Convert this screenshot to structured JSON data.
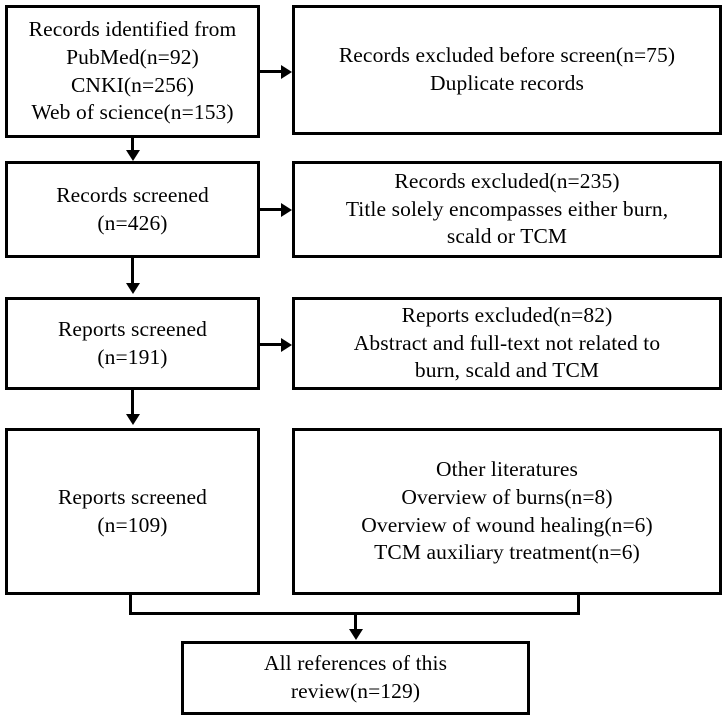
{
  "diagram": {
    "type": "prisma-flow-diagram",
    "title": "",
    "colors": {
      "stroke": "#000000",
      "background": "#ffffff",
      "text": "#000000"
    },
    "boxes": {
      "identified": {
        "text": "Records identified from\nPubMed(n=92)\nCNKI(n=256)\nWeb of science(n=153)",
        "lines": [
          "Records identified from",
          "PubMed(n=92)",
          "CNKI(n=256)",
          "Web of science(n=153)"
        ],
        "counts": {
          "PubMed": 92,
          "CNKI": 256,
          "Web of science": 153
        }
      },
      "excluded_before_screen": {
        "text": "Records excluded before screen(n=75)\nDuplicate records",
        "lines": [
          "Records excluded before screen(n=75)",
          "Duplicate records"
        ],
        "count": 75
      },
      "records_screened": {
        "text": "Records screened\n(n=426)",
        "lines": [
          "Records screened",
          "(n=426)"
        ],
        "count": 426
      },
      "records_excluded_235": {
        "text": "Records excluded(n=235)\nTitle solely encompasses either burn,\nscald or TCM",
        "lines": [
          "Records excluded(n=235)",
          "Title solely encompasses either burn,",
          "scald or TCM"
        ],
        "count": 235
      },
      "reports_screened_191": {
        "text": "Reports screened\n(n=191)",
        "lines": [
          "Reports screened",
          "(n=191)"
        ],
        "count": 191
      },
      "reports_excluded_82": {
        "text": "Reports excluded(n=82)\nAbstract and full-text not related to\nburn, scald and TCM",
        "lines": [
          "Reports excluded(n=82)",
          "Abstract and full-text not related to",
          "burn, scald and TCM"
        ],
        "count": 82
      },
      "reports_screened_109": {
        "text": "Reports  screened\n(n=109)",
        "lines": [
          "Reports  screened",
          "(n=109)"
        ],
        "count": 109
      },
      "other_literatures": {
        "text": "Other literatures\nOverview of burns(n=8)\nOverview of  wound healing(n=6)\nTCM auxiliary treatment(n=6)",
        "lines": [
          "Other literatures",
          "Overview of burns(n=8)",
          "Overview of  wound healing(n=6)",
          "TCM auxiliary treatment(n=6)"
        ],
        "counts": {
          "Overview of burns": 8,
          "Overview of wound healing": 6,
          "TCM auxiliary treatment": 6
        }
      },
      "all_references": {
        "text": "All references of this\nreview(n=129)",
        "lines": [
          "All references of this",
          "review(n=129)"
        ],
        "count": 129
      }
    },
    "connectors": [
      {
        "name": "identified-to-excluded-before",
        "direction": "right"
      },
      {
        "name": "identified-to-records-screened",
        "direction": "down"
      },
      {
        "name": "records-screened-to-excluded-235",
        "direction": "right"
      },
      {
        "name": "records-screened-to-reports-screened",
        "direction": "down"
      },
      {
        "name": "reports-screened-to-excluded-82",
        "direction": "right"
      },
      {
        "name": "reports-screened-to-reports-screened-109",
        "direction": "down"
      },
      {
        "name": "merge-bus-to-all-references",
        "direction": "down"
      }
    ]
  }
}
